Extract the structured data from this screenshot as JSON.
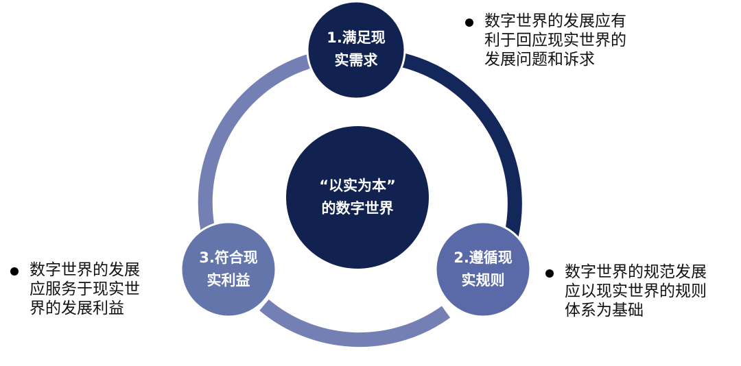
{
  "diagram": {
    "center": {
      "line1": "“以实为本”",
      "line2": "的数字世界"
    },
    "nodes": [
      {
        "line1": "1.满足现",
        "line2": "实需求"
      },
      {
        "line1": "2.遵循现",
        "line2": "实规则"
      },
      {
        "line1": "3.符合现",
        "line2": "实利益"
      }
    ],
    "notes": [
      {
        "lines": [
          "数字世界的发展应有",
          "利于回应现实世界的",
          "发展问题和诉求"
        ]
      },
      {
        "lines": [
          "数字世界的规范发展",
          "应以现实世界的规则",
          "体系为基础"
        ]
      },
      {
        "lines": [
          "数字世界的发展",
          "应服务于现实世",
          "界的发展利益"
        ]
      }
    ],
    "colors": {
      "node1": "#112250",
      "node2": "#5a6aa8",
      "node3": "#6475ac",
      "center": "#112250",
      "ring_dark": "#13275a",
      "ring_light": "#7480b4",
      "note_text": "#111111"
    }
  }
}
